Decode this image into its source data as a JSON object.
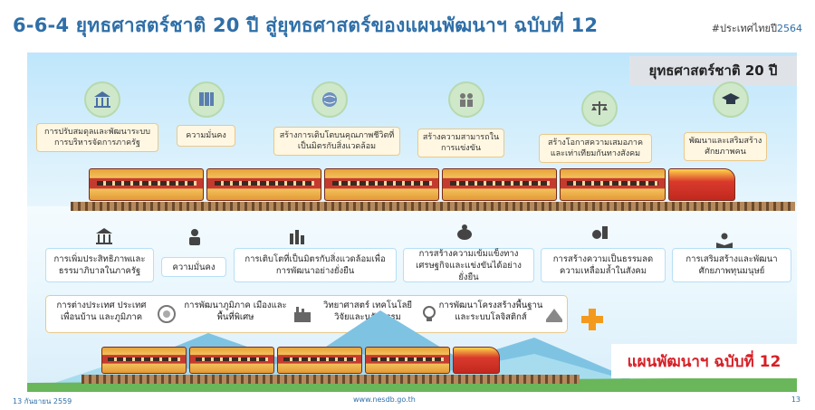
{
  "title": "6-6-4 ยุทธศาสตร์ชาติ 20 ปี สู่ยุทธศาสตร์ของแผนพัฒนาฯ ฉบับที่ 12",
  "hashtag": {
    "prefix": "#ประเทศไทยปี",
    "year": "2564"
  },
  "national_strategy_label": "ยุทธศาสตร์ชาติ 20 ปี",
  "top_goals": [
    "การปรับสมดุลและพัฒนาระบบการบริหารจัดการภาครัฐ",
    "ความมั่นคง",
    "สร้างการเติบโตบนคุณภาพชีวิตที่เป็นมิตรกับสิ่งแวดล้อม",
    "สร้างความสามารถในการแข่งขัน",
    "สร้างโอกาสความเสมอภาคและเท่าเทียมกันทางสังคม",
    "พัฒนาและเสริมสร้างศักยภาพคน"
  ],
  "plan_strategies": [
    "การเพิ่มประสิทธิภาพและธรรมาภิบาลในภาครัฐ",
    "ความมั่นคง",
    "การเติบโตที่เป็นมิตรกับสิ่งแวดล้อมเพื่อการพัฒนาอย่างยั่งยืน",
    "การสร้างความเข้มแข็งทางเศรษฐกิจและแข่งขันได้อย่างยั่งยืน",
    "การสร้างความเป็นธรรมลดความเหลื่อมล้ำในสังคม",
    "การเสริมสร้างและพัฒนาศักยภาพทุนมนุษย์"
  ],
  "plan_row2": [
    "การต่างประเทศ ประเทศเพื่อนบ้าน และภูมิภาค",
    "การพัฒนาภูมิภาค เมืองและพื้นที่พิเศษ",
    "วิทยาศาสตร์ เทคโนโลยีวิจัยและนวัตกรรม",
    "การพัฒนาโครงสร้างพื้นฐานและระบบโลจิสติกส์"
  ],
  "plan_label": "แผนพัฒนาฯ ฉบับที่ 12",
  "footer": {
    "date": "13 กันยายน 2559",
    "url": "www.nesdb.go.th",
    "page": "13"
  },
  "colors": {
    "title": "#2f6fa8",
    "plan_label": "#d81e26",
    "plus": "#f39a1e"
  }
}
